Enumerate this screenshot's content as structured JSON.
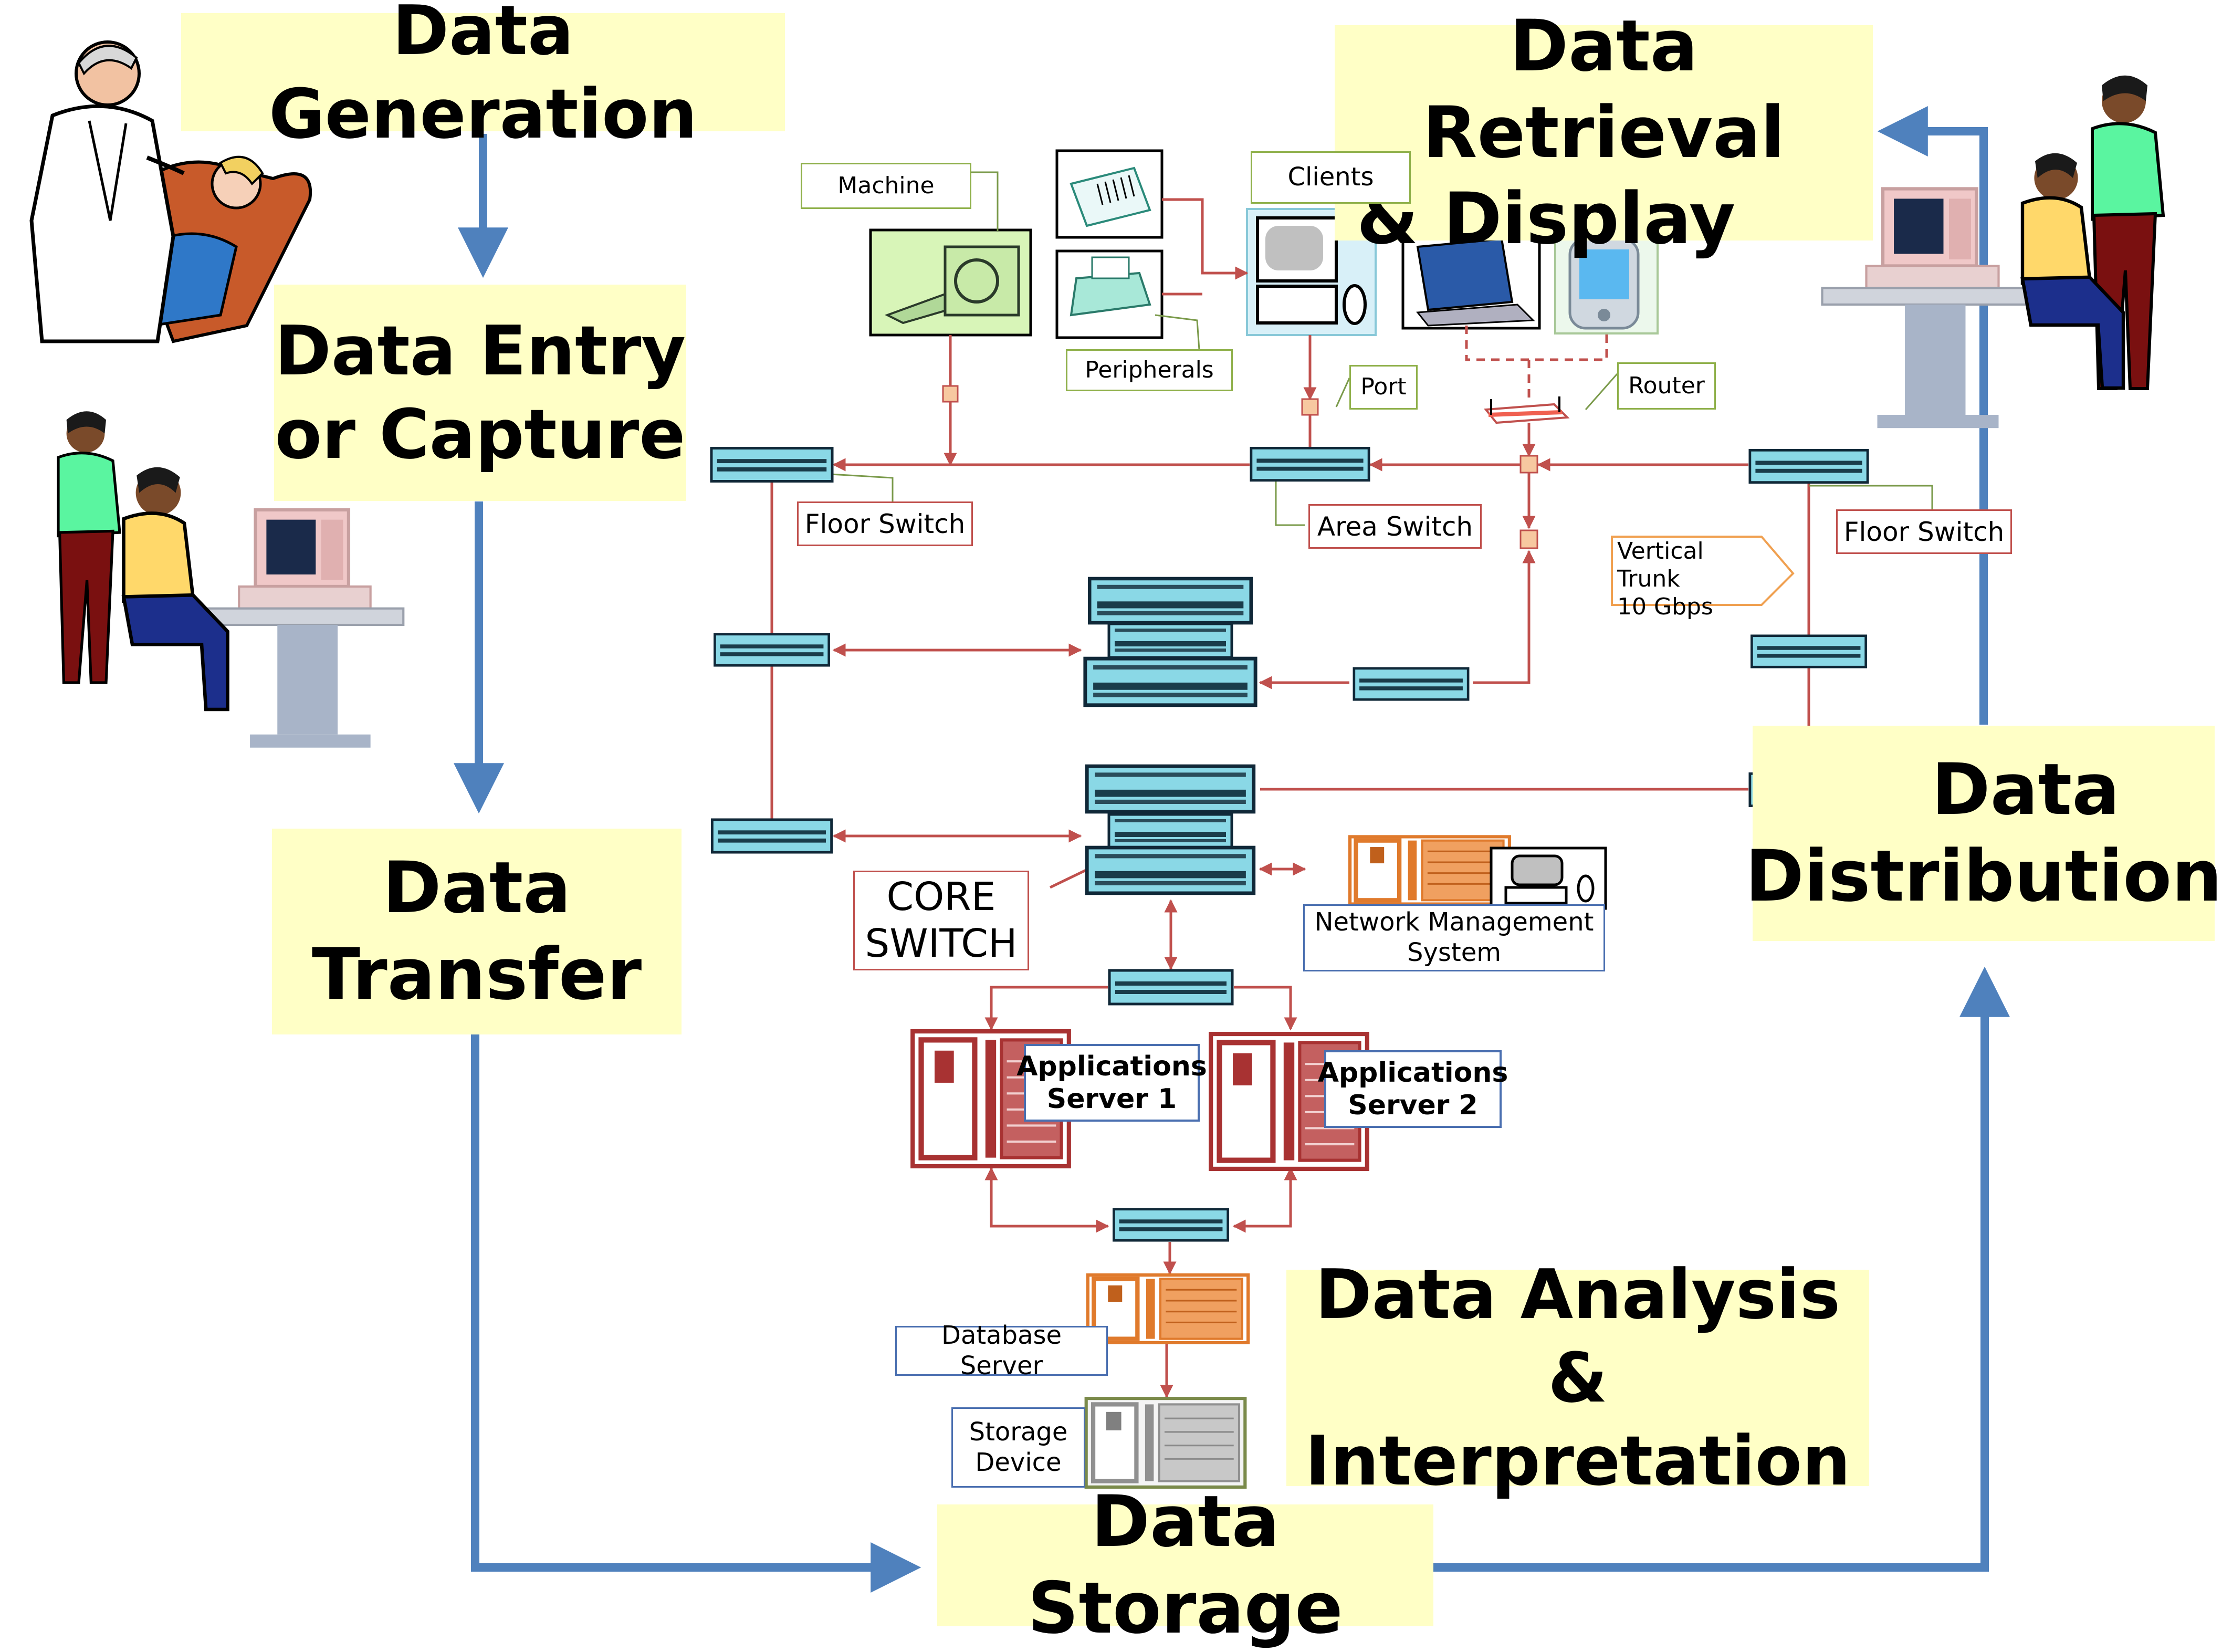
{
  "stages": {
    "generation": "Data Generation",
    "entry_line1": "Data Entry",
    "entry_line2": "or Capture",
    "transfer_line1": "Data",
    "transfer_line2": "Transfer",
    "storage": "Data Storage",
    "analysis_line1": "Data Analysis &",
    "analysis_line2": "Interpretation",
    "distribution_line1": "Data",
    "distribution_line2": "Distribution",
    "retrieval_line1": "Data Retrieval",
    "retrieval_line2": "& Display"
  },
  "labels": {
    "machine": "Machine",
    "clients": "Clients",
    "peripherals": "Peripherals",
    "port": "Port",
    "router": "Router",
    "floor_switch_left": "Floor Switch",
    "area_switch": "Area Switch",
    "floor_switch_right": "Floor Switch",
    "vertical_trunk_line1": "Vertical Trunk",
    "vertical_trunk_line2": "10 Gbps",
    "core_switch_line1": "CORE",
    "core_switch_line2": "SWITCH",
    "nms_line1": "Network Management",
    "nms_line2": "System",
    "app_server1_line1": "Applications",
    "app_server1_line2": "Server 1",
    "app_server2_line1": "Applications",
    "app_server2_line2": "Server 2",
    "database_server": "Database Server",
    "storage_device_line1": "Storage",
    "storage_device_line2": "Device"
  },
  "colors": {
    "stage_fill": "#ffffc6",
    "flow_arrow": "#4f81bd",
    "network_link": "#c0504d",
    "switch_fill": "#8ad8e6",
    "server_red": "#a83232",
    "server_orange": "#e07a2c"
  }
}
